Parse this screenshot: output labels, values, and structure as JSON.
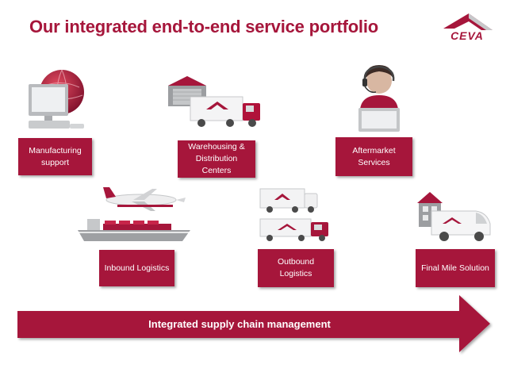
{
  "header": {
    "title": "Our integrated end-to-end service portfolio",
    "logo_text": "CEVA"
  },
  "services": {
    "manufacturing": "Manufacturing support",
    "warehousing": "Warehousing & Distribution Centers",
    "aftermarket": "Aftermarket Services",
    "inbound": "Inbound Logistics",
    "outbound": "Outbound Logistics",
    "final_mile": "Final Mile Solution"
  },
  "arrow": {
    "label": "Integrated supply chain management"
  },
  "colors": {
    "brand": "#a6163b",
    "box_text": "#ffffff",
    "icon_grey": "#9ea0a3"
  }
}
